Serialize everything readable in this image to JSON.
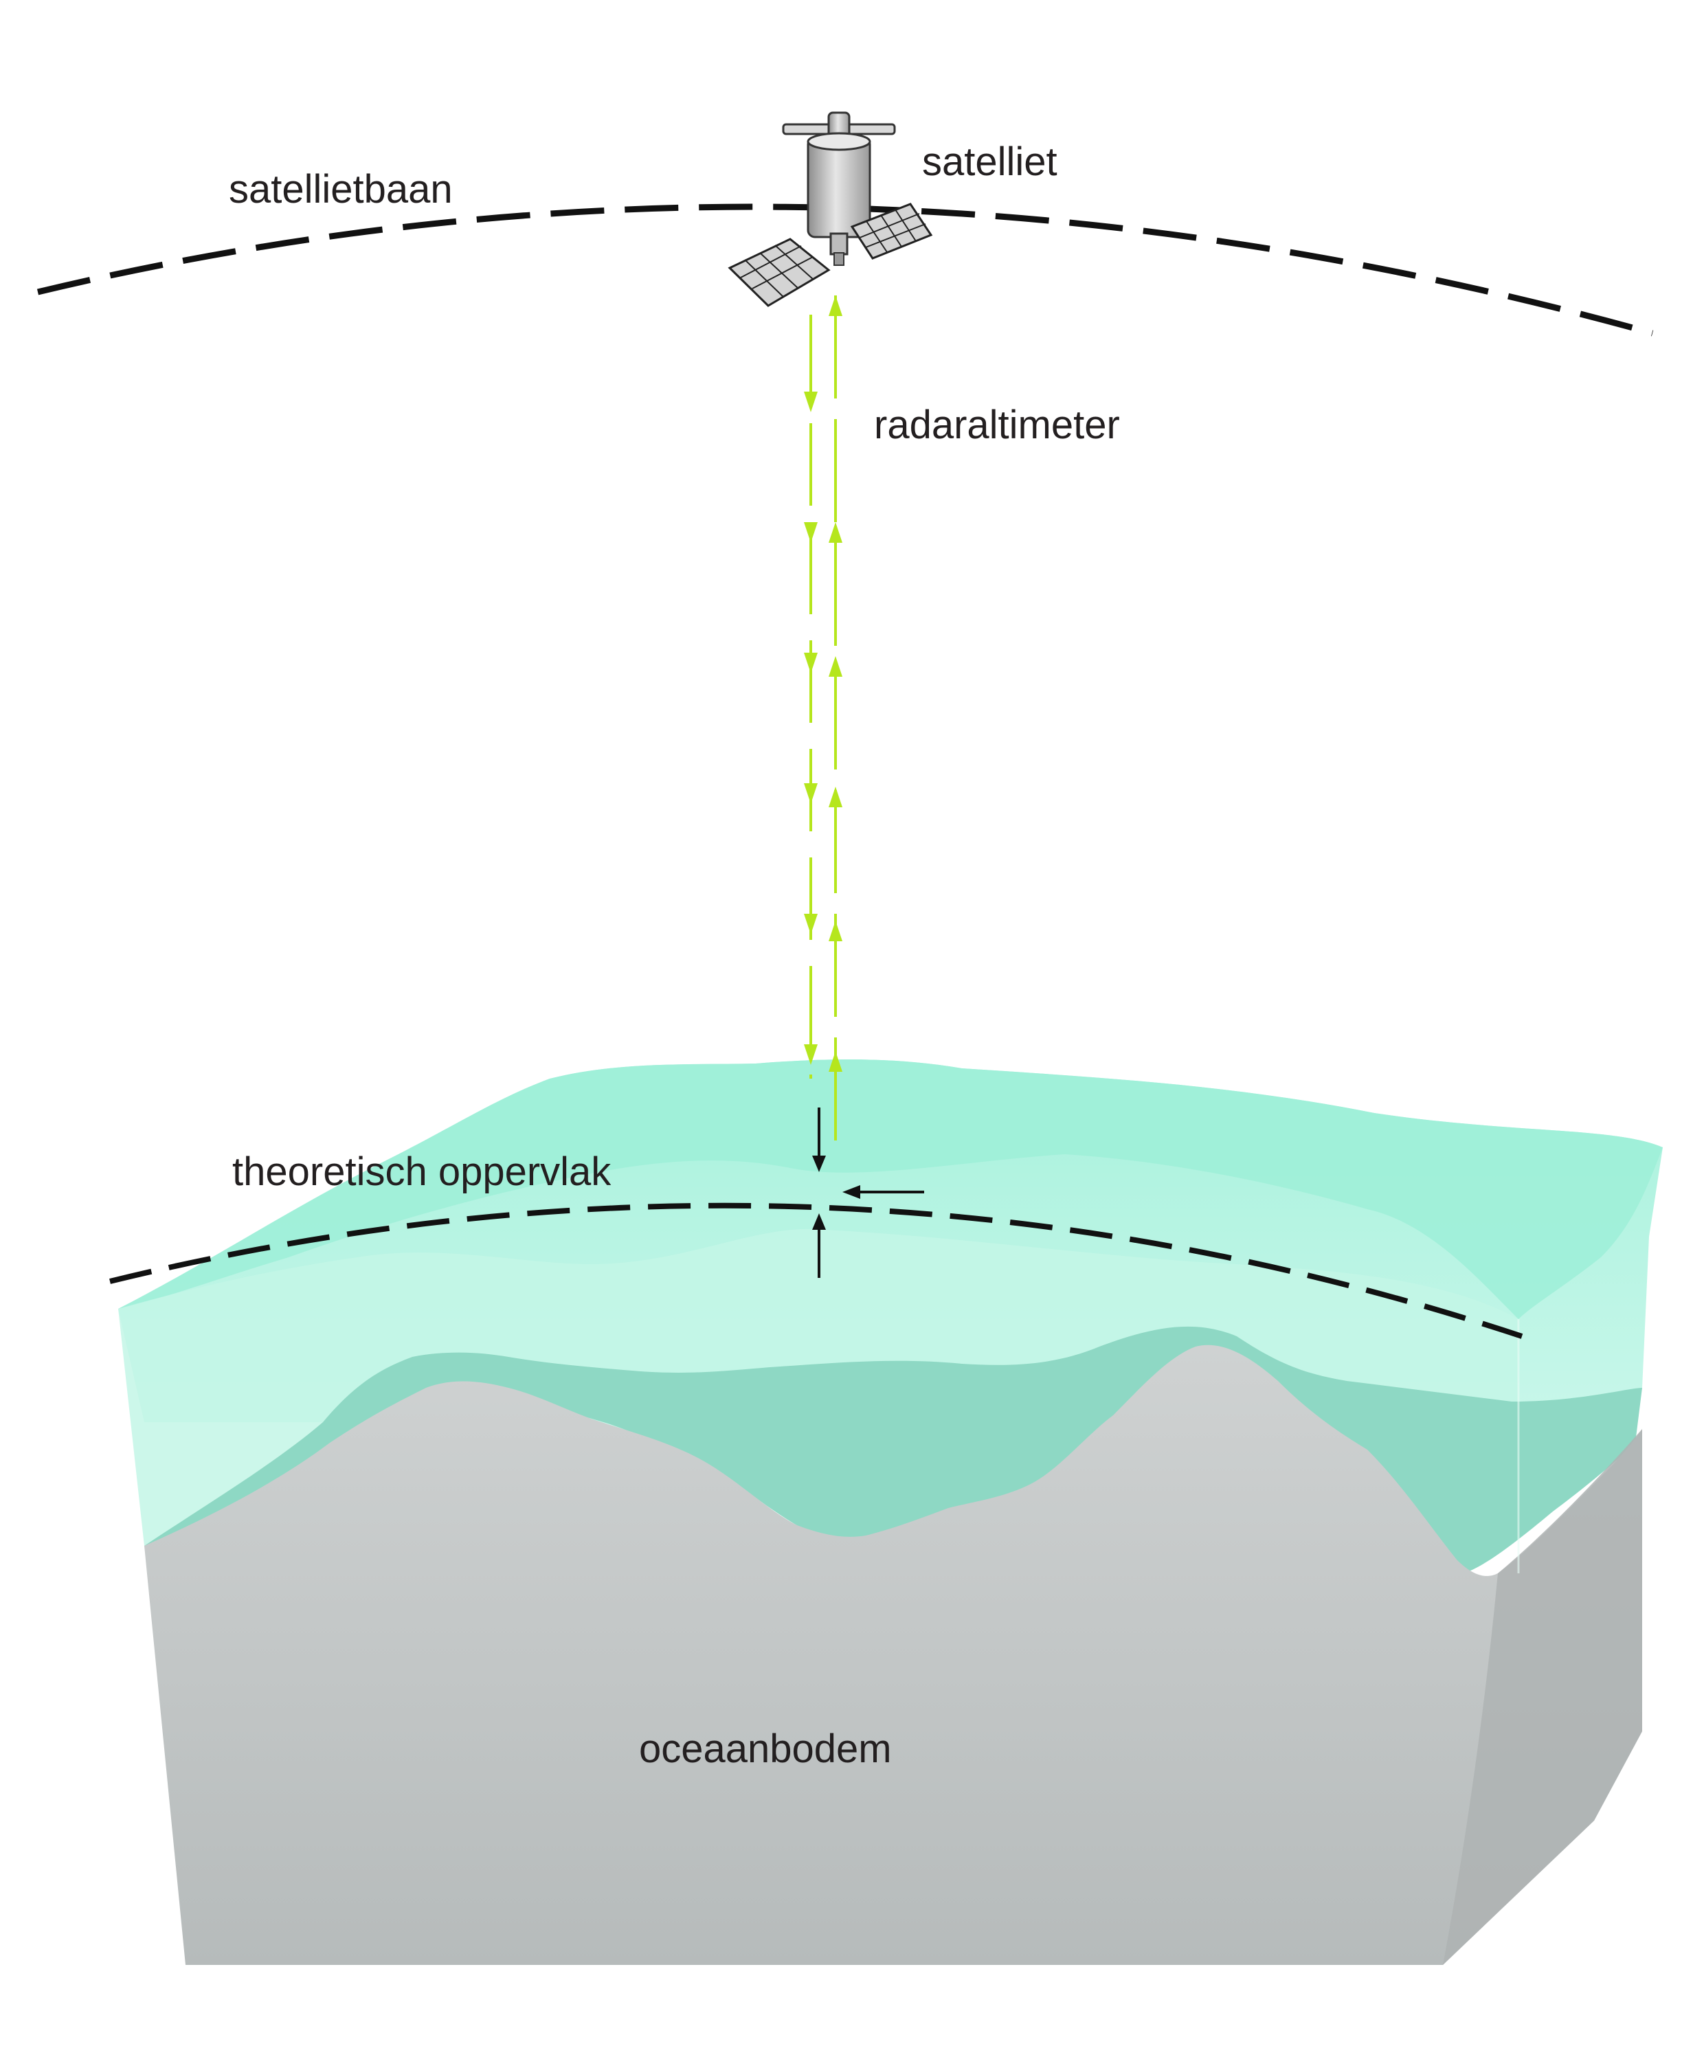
{
  "labels": {
    "orbit": "satellietbaan",
    "satellite": "satelliet",
    "radar": "radaraltimeter",
    "theoretical_surface": "theoretisch oppervlak",
    "ocean_floor": "oceaanbodem"
  },
  "colors": {
    "text": "#231f20",
    "dashed_curve": "#111111",
    "radar_signal": "#b5e61d",
    "water_light": "#c3f6e6",
    "water_surface": "#9ef0d8",
    "water_deep": "#8ed8c4",
    "seafloor": "#c3c6c6",
    "seafloor_side": "#aeb3b3",
    "satellite_body": "#c9c9c9",
    "solar_panel": "#d4d4d4"
  }
}
